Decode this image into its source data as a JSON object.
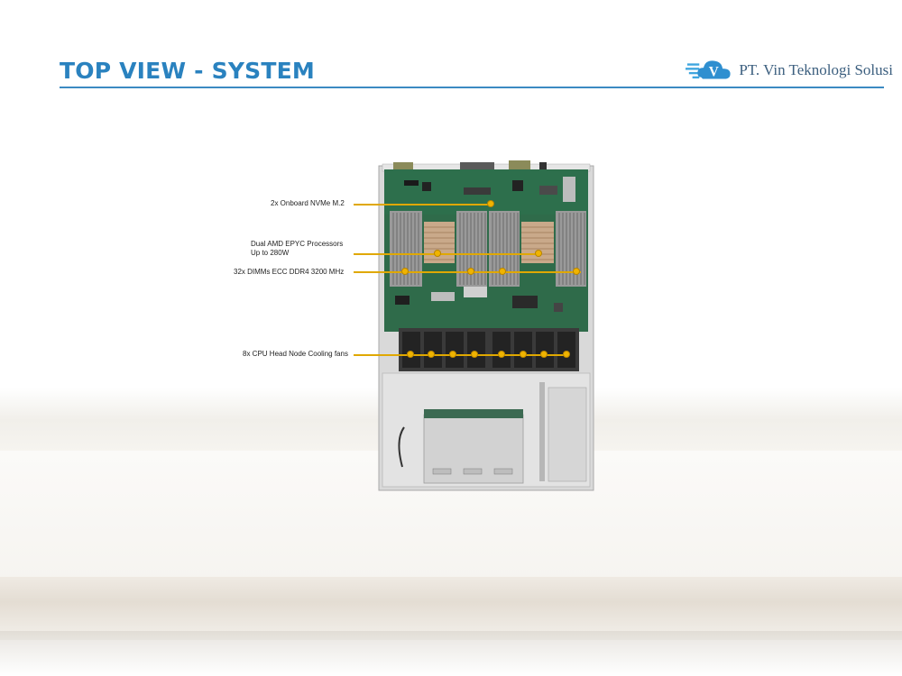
{
  "header": {
    "title": "TOP VIEW - SYSTEM",
    "logo_text": "PT. Vin Teknologi Solusi",
    "logo_icon": "cloud-v-logo-icon",
    "accent_color": "#2a82bf"
  },
  "callouts": [
    {
      "label": "2x Onboard NVMe M.2"
    },
    {
      "label_line1": "Dual AMD EPYC Processors",
      "label_line2": "Up to 280W"
    },
    {
      "label": "32x DIMMs ECC DDR4 3200 MHz"
    },
    {
      "label": "8x CPU Head Node Cooling fans"
    }
  ],
  "colors": {
    "callout": "#f0b400",
    "pcb": "#2f6b4a",
    "chassis": "#cfcfcf"
  }
}
